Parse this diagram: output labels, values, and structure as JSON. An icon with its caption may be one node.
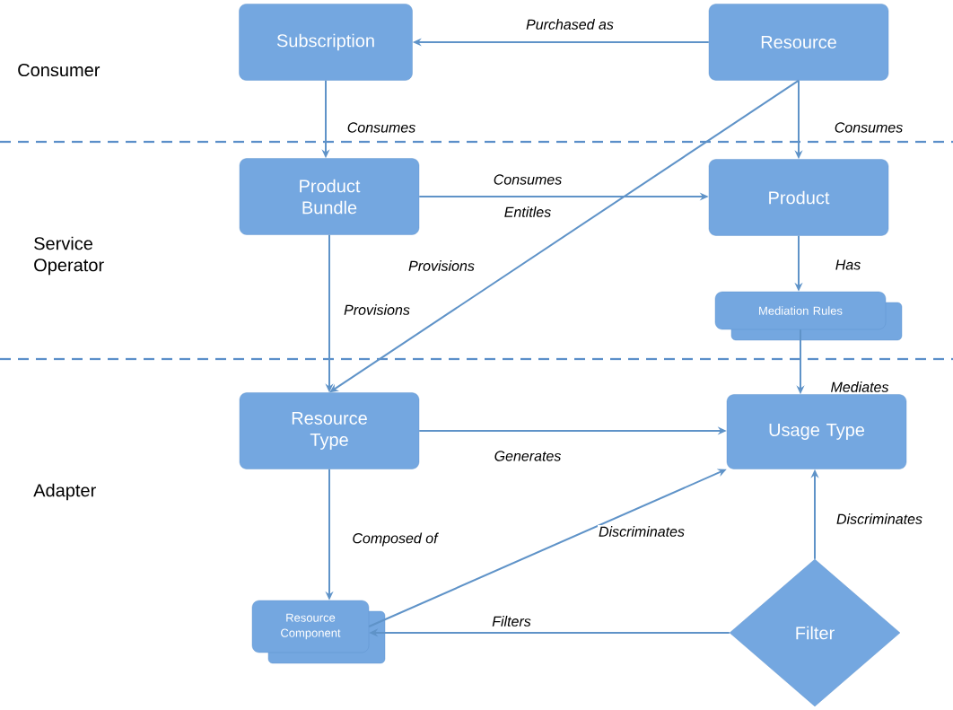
{
  "diagram": {
    "nodes": [
      {
        "text": [
          "Subscription"
        ]
      },
      {
        "text": [
          "Resource"
        ]
      },
      {
        "text": [
          "Product Bundle"
        ]
      },
      {
        "text": [
          "Product"
        ]
      },
      {
        "text": [
          "Mediation Rules"
        ]
      },
      {
        "text": [
          "Resource Type"
        ]
      },
      {
        "text": [
          "Usage Type"
        ]
      },
      {
        "text": [
          "Resource Component"
        ]
      },
      {
        "text": [
          "Filter"
        ]
      }
    ],
    "edges": [
      {
        "from": 1,
        "to": 0,
        "arrow": "to",
        "label": "Purchased as"
      },
      {
        "from": 0,
        "to": 2,
        "arrow": "to",
        "label": "Consumes"
      },
      {
        "from": 1,
        "to": 3,
        "arrow": "to",
        "label": "Consumes"
      },
      {
        "from": 2,
        "to": 3,
        "arrow": "to",
        "label": "Consumes"
      },
      {
        "from": 1,
        "to": 5,
        "arrow": "to",
        "label": "Provisions"
      },
      {
        "from": 2,
        "to": 5,
        "arrow": "to",
        "label": "Provisions"
      },
      {
        "from": 3,
        "to": 4,
        "arrow": "to",
        "label": "Has"
      },
      {
        "from": 4,
        "to": 6,
        "arrow": "to",
        "label": "Mediates"
      },
      {
        "from": 5,
        "to": 6,
        "arrow": "to",
        "label": "Generates"
      },
      {
        "from": 5,
        "to": 7,
        "arrow": "to",
        "label": "Composed of"
      },
      {
        "from": 7,
        "to": 6,
        "arrow": "to",
        "label": "Discriminates"
      },
      {
        "from": 8,
        "to": 6,
        "arrow": "to",
        "label": "Discriminates"
      },
      {
        "from": 8,
        "to": 7,
        "arrow": "to",
        "label": "Filters"
      }
    ],
    "labels": [
      "Consumer",
      "Service Operator",
      "Adapter",
      "Entitles"
    ]
  }
}
